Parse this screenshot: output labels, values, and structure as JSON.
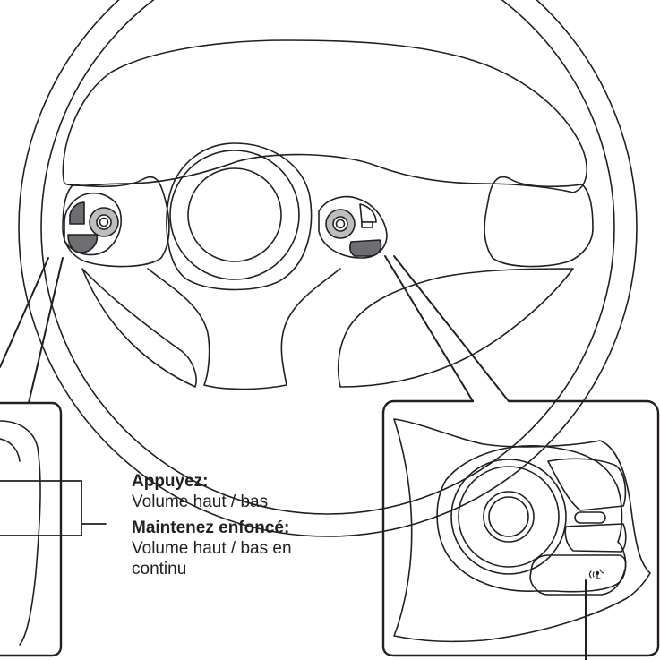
{
  "callout": {
    "press_heading": "Appuyez:",
    "press_text": "Volume haut / bas",
    "hold_heading": "Maintenez enfoncé:",
    "hold_text_line1": "Volume haut / bas en",
    "hold_text_line2": "continu"
  },
  "voice_button": {
    "icon": "voice-recognition-icon"
  },
  "colors": {
    "line": "#231f20",
    "button_fill": "#6d6e71",
    "button_light": "#bcbec0"
  }
}
